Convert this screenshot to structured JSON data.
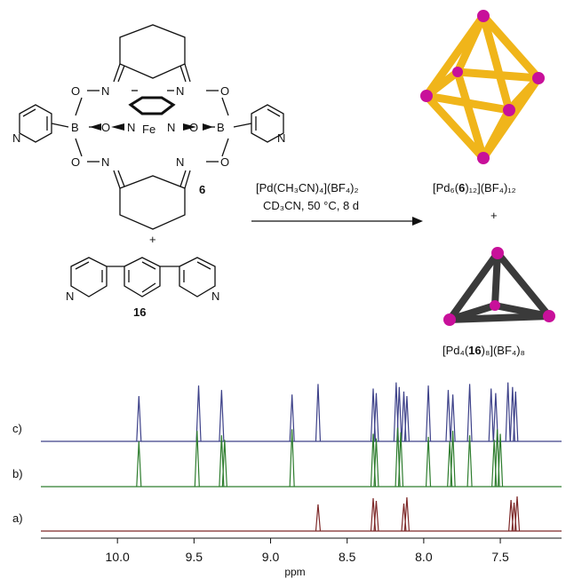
{
  "scheme": {
    "compound_6": {
      "number": "6",
      "atoms": {
        "O": "O",
        "N": "N",
        "B": "B",
        "Fe": "Fe"
      }
    },
    "plus_reactants": "+",
    "compound_16": {
      "number": "16",
      "atoms": {
        "N": "N"
      }
    },
    "reagent_line": "[Pd(CH₃CN)₄](BF₄)₂",
    "conditions_line": "CD₃CN, 50 °C, 8 d",
    "product_1": {
      "prefix": "[Pd₆(",
      "ligand": "6",
      "suffix": ")₁₂](BF₄)₁₂"
    },
    "plus_products": "+",
    "product_2": {
      "prefix": "[Pd₄(",
      "ligand": "16",
      "suffix": ")₈](BF₄)₈"
    },
    "colors": {
      "cage_octahedron": "#f0b51a",
      "cage_tetrahedron": "#3a3a3a",
      "pd_atom": "#c8109a"
    }
  },
  "spectrum": {
    "xlabel": "ppm",
    "xlim": [
      10.5,
      7.1
    ],
    "xticks": [
      "10.0",
      "9.5",
      "9.0",
      "8.5",
      "8.0",
      "7.5"
    ],
    "traces": [
      {
        "label": "c)",
        "color": "#3d4189",
        "peaks": [
          9.86,
          9.47,
          9.32,
          8.86,
          8.69,
          8.33,
          8.31,
          8.18,
          8.16,
          8.13,
          8.11,
          7.97,
          7.84,
          7.81,
          7.7,
          7.56,
          7.53,
          7.45,
          7.42,
          7.4
        ]
      },
      {
        "label": "b)",
        "color": "#2e7d2e",
        "peaks": [
          9.86,
          9.48,
          9.32,
          9.3,
          8.86,
          8.33,
          8.31,
          8.17,
          8.15,
          7.97,
          7.83,
          7.81,
          7.7,
          7.54,
          7.52,
          7.5
        ]
      },
      {
        "label": "a)",
        "color": "#7d2828",
        "peaks": [
          8.69,
          8.33,
          8.31,
          8.13,
          8.11,
          7.43,
          7.41,
          7.39
        ]
      }
    ]
  }
}
